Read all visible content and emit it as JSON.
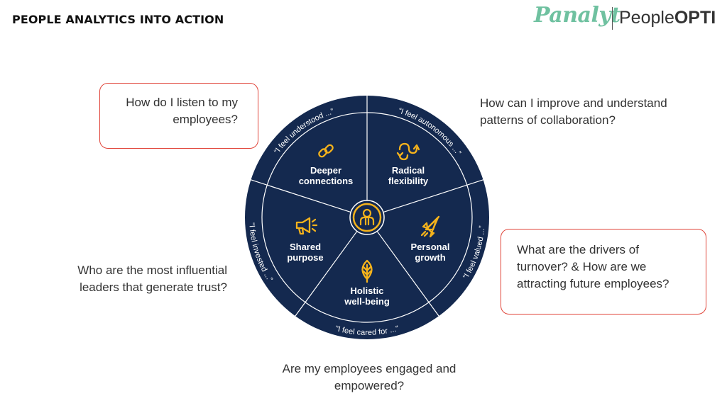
{
  "header": {
    "title": "PEOPLE ANALYTICS INTO ACTION",
    "logo_panalyt": "Panalyt",
    "logo_people": "People",
    "logo_opti": "OPTI"
  },
  "questions": {
    "listen": "How do I listen to my\nemployees?",
    "collaboration": "How can I improve and understand\npatterns of collaboration?",
    "drivers": "What are the drivers of\nturnover? & How are we\nattracting future employees?",
    "leaders": "Who are the most influential\nleaders that generate trust?",
    "engaged": "Are my employees engaged and\nempowered?"
  },
  "wheel": {
    "colors": {
      "navy": "#14294f",
      "accent": "#f4b21c",
      "divider": "#ffffff",
      "text": "#ffffff"
    },
    "segments": [
      {
        "label1": "Deeper",
        "label2": "connections",
        "quote": "“I feel understood ...”",
        "icon": "link-icon"
      },
      {
        "label1": "Radical",
        "label2": "flexibility",
        "quote": "“I feel autonomous ...”",
        "icon": "flexibility-arrows-icon"
      },
      {
        "label1": "Personal",
        "label2": "growth",
        "quote": "“I feel valued ...”",
        "icon": "rocket-icon"
      },
      {
        "label1": "Holistic",
        "label2": "well-being",
        "quote": "“I feel cared for ...”",
        "icon": "leaf-icon"
      },
      {
        "label1": "Shared",
        "label2": "purpose",
        "quote": "“I feel invested ...”",
        "icon": "megaphone-icon"
      }
    ],
    "center_icon": "person-icon"
  }
}
